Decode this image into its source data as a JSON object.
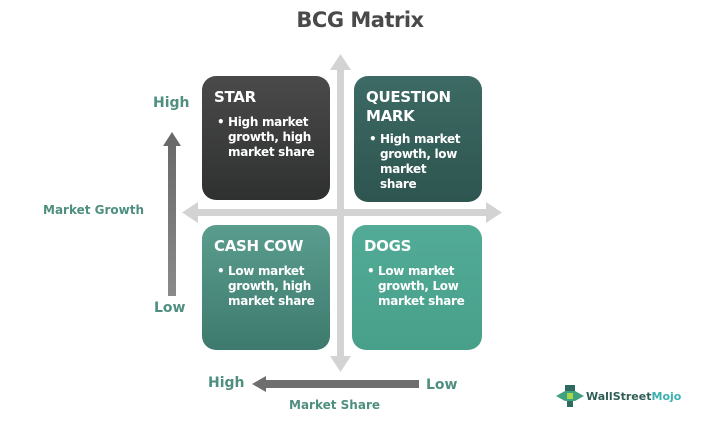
{
  "title": "BCG Matrix",
  "quadrants": [
    {
      "id": "star",
      "heading": "STAR",
      "bullet": "High market growth, high market share",
      "color": "#3c3c3c"
    },
    {
      "id": "question_mark",
      "heading": "QUESTION MARK",
      "bullet": "High market growth, low market share",
      "color": "#355f59"
    },
    {
      "id": "cash_cow",
      "heading": "CASH COW",
      "bullet": "Low market growth, high market share",
      "color": "#4b8c7e"
    },
    {
      "id": "dogs",
      "heading": "DOGS",
      "bullet": "Low market growth, Low market share",
      "color": "#4ea691"
    }
  ],
  "y_axis": {
    "label": "Market Growth",
    "high": "High",
    "low": "Low"
  },
  "x_axis": {
    "label": "Market Share",
    "high": "High",
    "low": "Low"
  },
  "brand": {
    "name_part1": "WallStreet",
    "name_part2": "Mojo"
  },
  "colors": {
    "axis_text": "#4f8f80",
    "title": "#4a4a4a",
    "axis_arrows": "#d0d0d0",
    "indicator_arrows": "#6e6e6e"
  }
}
